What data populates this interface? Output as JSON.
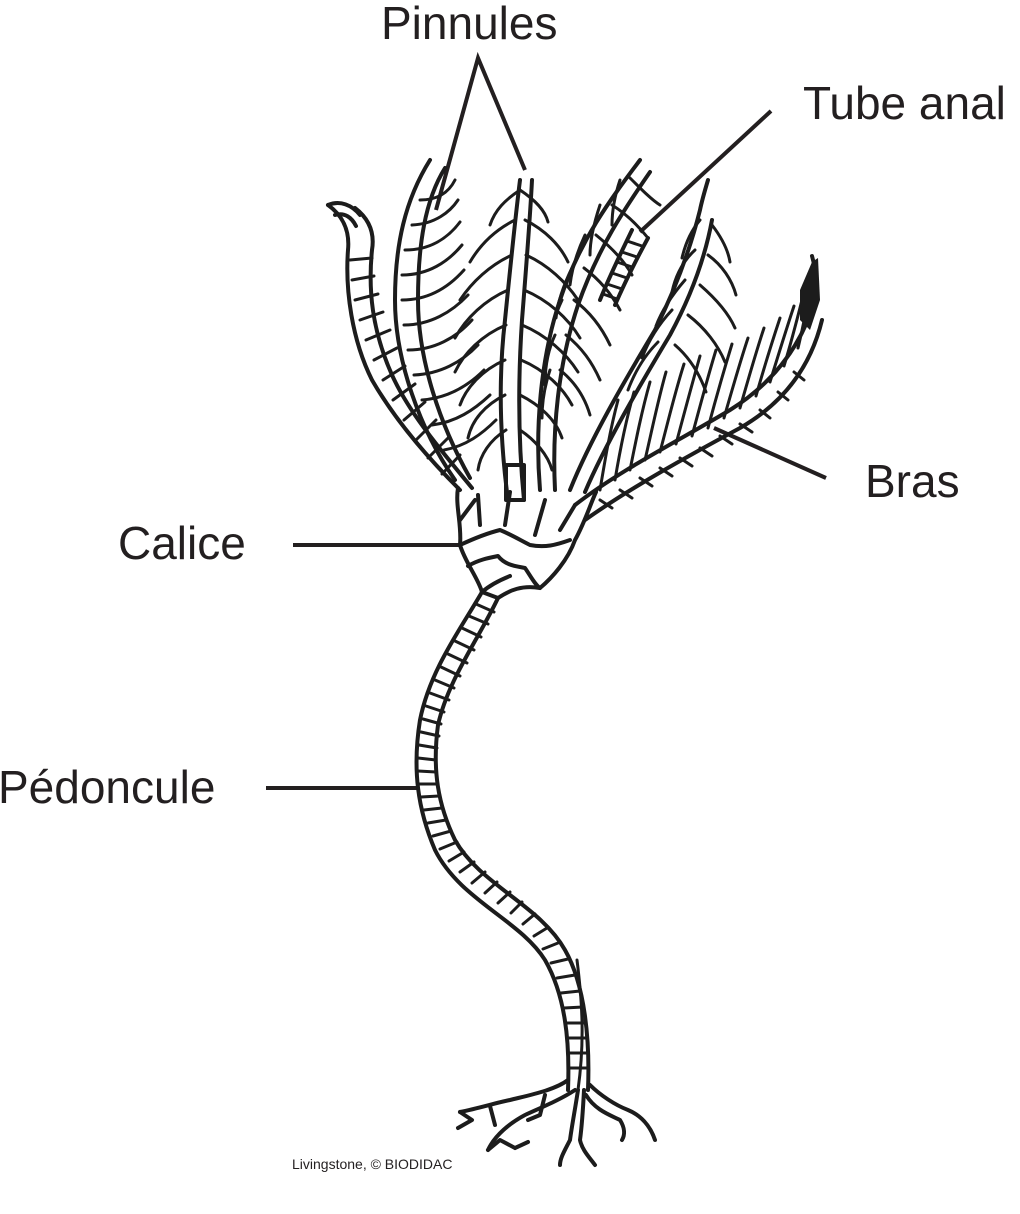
{
  "figure": {
    "subject": "crinoid (sea lily) anatomy",
    "ink_color": "#231f20",
    "background": "#ffffff"
  },
  "labels": {
    "pinnules": "Pinnules",
    "tube_anal": "Tube anal",
    "bras": "Bras",
    "calice": "Calice",
    "pedoncule": "Pédoncule"
  },
  "credit": "Livingstone, © BIODIDAC"
}
